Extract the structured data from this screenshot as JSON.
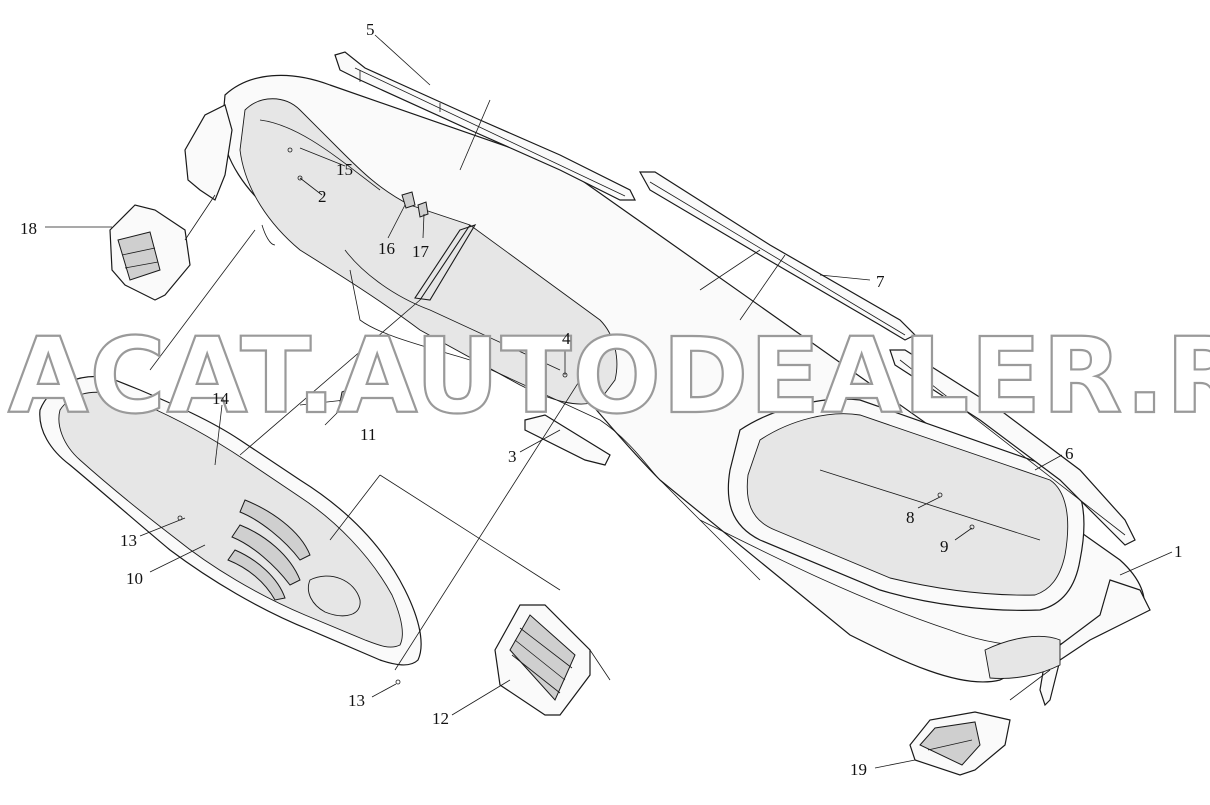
{
  "watermark": "ACAT.AUTODEALER.RU",
  "callouts": [
    "1",
    "2",
    "3",
    "4",
    "5",
    "6",
    "7",
    "8",
    "9",
    "10",
    "11",
    "12",
    "13",
    "13",
    "14",
    "15",
    "16",
    "17",
    "18",
    "19"
  ]
}
